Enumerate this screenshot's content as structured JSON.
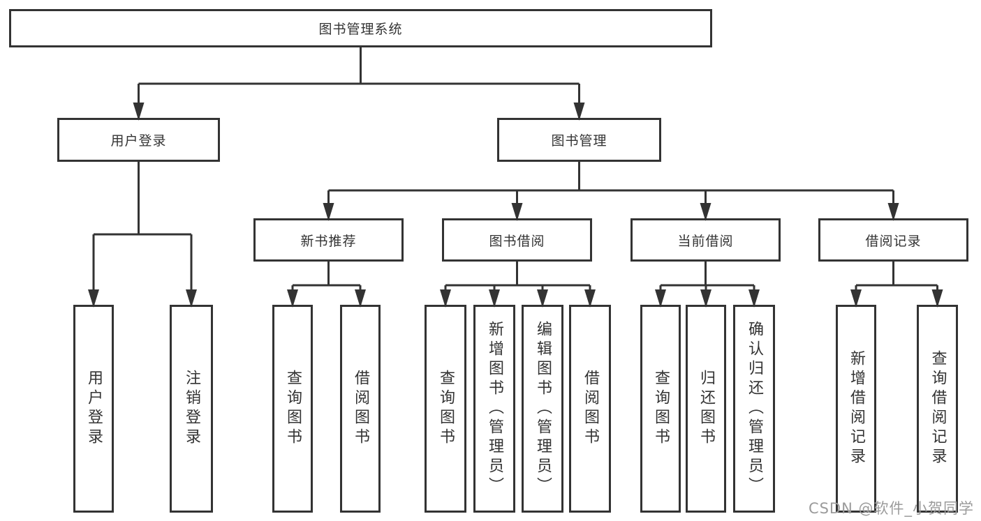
{
  "diagram_title": "图书管理系统",
  "tree": {
    "label": "图书管理系统",
    "children": [
      {
        "label": "用户登录",
        "children": [
          {
            "label": "用户登录"
          },
          {
            "label": "注销登录"
          }
        ]
      },
      {
        "label": "图书管理",
        "children": [
          {
            "label": "新书推荐",
            "children": [
              {
                "label": "查询图书"
              },
              {
                "label": "借阅图书"
              }
            ]
          },
          {
            "label": "图书借阅",
            "children": [
              {
                "label": "查询图书"
              },
              {
                "label": "新增图书（管理员）"
              },
              {
                "label": "编辑图书（管理员）"
              },
              {
                "label": "借阅图书"
              }
            ]
          },
          {
            "label": "当前借阅",
            "children": [
              {
                "label": "查询图书"
              },
              {
                "label": "归还图书"
              },
              {
                "label": "确认归还（管理员）"
              }
            ]
          },
          {
            "label": "借阅记录",
            "children": [
              {
                "label": "新增借阅记录"
              },
              {
                "label": "查询借阅记录"
              }
            ]
          }
        ]
      }
    ]
  },
  "watermark": {
    "text": "CSDN @软件_小贺同学",
    "color": "#9b9b9b"
  },
  "colors": {
    "line": "#333333",
    "border": "#333333",
    "text": "#333333",
    "background": "#ffffff"
  }
}
